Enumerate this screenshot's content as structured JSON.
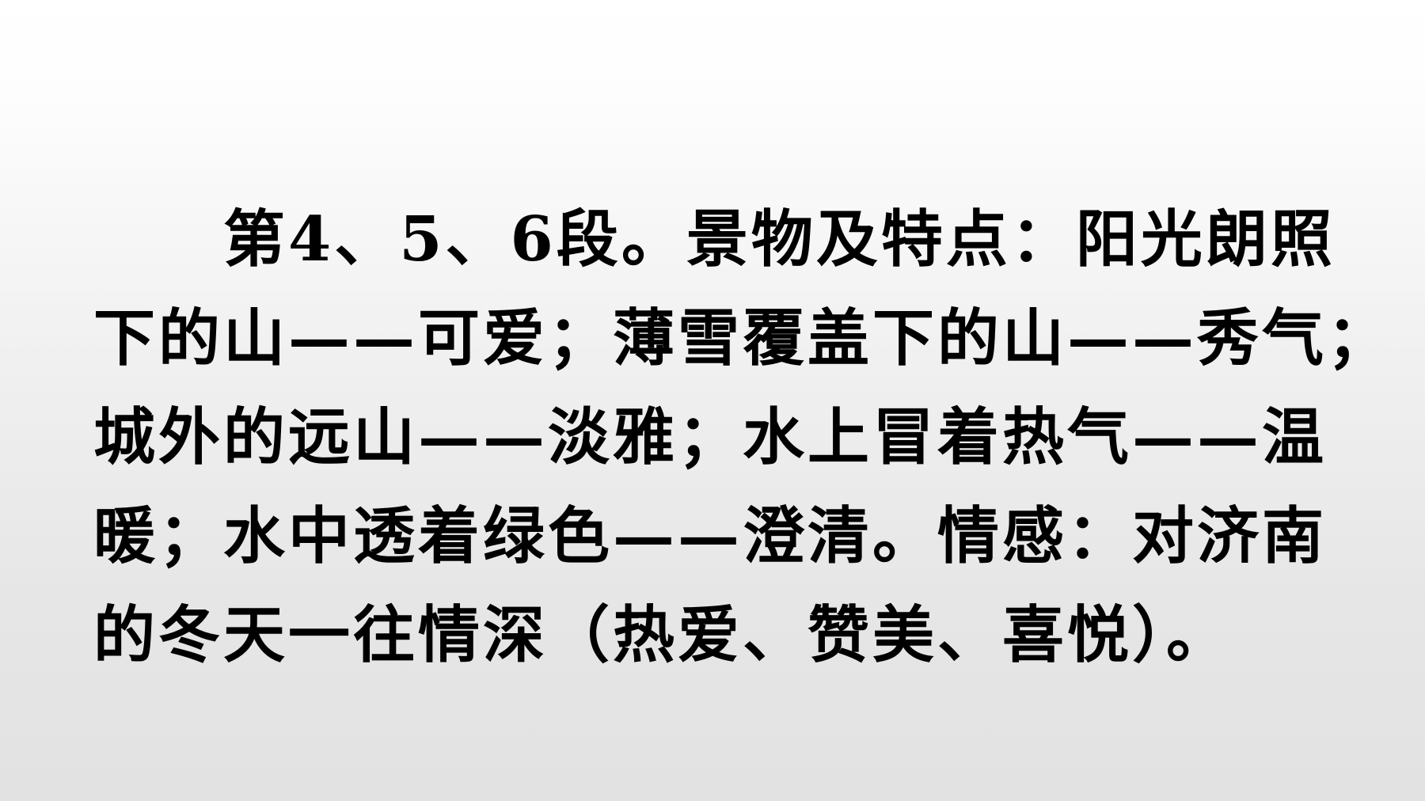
{
  "slide": {
    "lines": [
      "第4、5、6段。景物及特点：阳光朗照",
      "下的山——可爱；薄雪覆盖下的山——秀气；",
      "城外的远山——淡雅；水上冒着热气——温",
      "暖；水中透着绿色——澄清。情感：对济南",
      "的冬天一往情深（热爱、赞美、喜悦）。"
    ]
  }
}
